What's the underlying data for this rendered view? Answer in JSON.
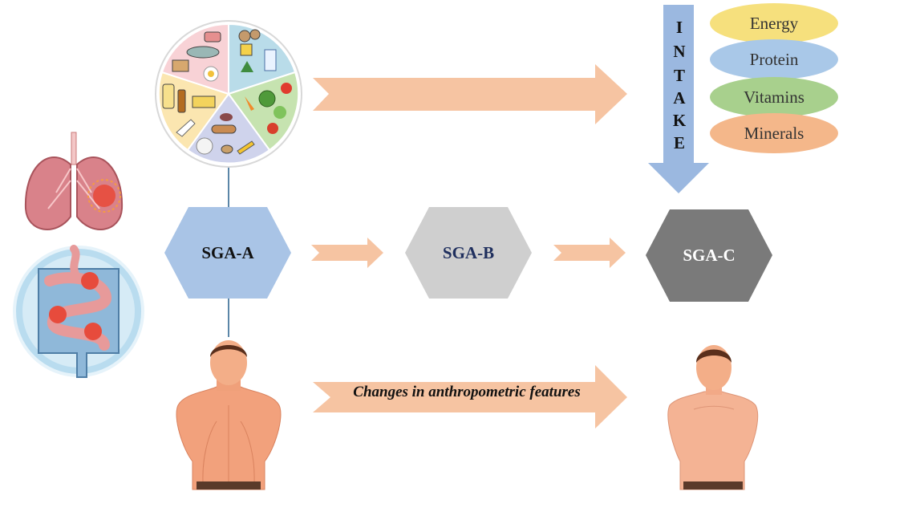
{
  "stages": {
    "a": {
      "label": "SGA-A",
      "fill": "#a9c4e6",
      "text_color": "#111111"
    },
    "b": {
      "label": "SGA-B",
      "fill": "#cfcfcf",
      "text_color": "#1f2f5e"
    },
    "c": {
      "label": "SGA-C",
      "fill": "#7a7a7a",
      "text_color": "#ffffff"
    }
  },
  "intake": {
    "letters": [
      "I",
      "N",
      "T",
      "A",
      "K",
      "E"
    ],
    "arrow_color": "#9bb8e0"
  },
  "nutrients": [
    {
      "label": "Energy",
      "color": "#f6e07d"
    },
    {
      "label": "Protein",
      "color": "#a9c8e8"
    },
    {
      "label": "Vitamins",
      "color": "#a8d08d"
    },
    {
      "label": "Minerals",
      "color": "#f4b78a"
    }
  ],
  "anthropometric_arrow": {
    "label": "Changes in anthropometric features",
    "color": "#f6c4a2"
  },
  "pie_segment_colors": [
    "#b9dce9",
    "#c6e3b0",
    "#cfd3ec",
    "#fbe6b0",
    "#f8d2d6"
  ],
  "icons": [
    "lungs-icon",
    "intestine-icon",
    "food-plate-icon",
    "muscular-man-icon",
    "thin-man-icon"
  ]
}
